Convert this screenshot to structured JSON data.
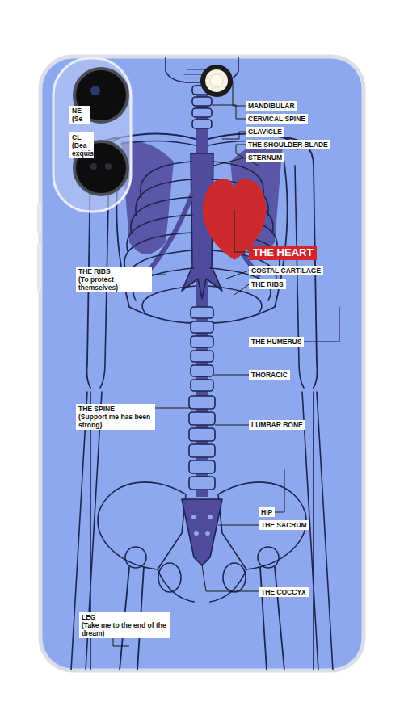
{
  "diagram": {
    "nodes": [
      {
        "text": [
          "MANDIBULAR"
        ]
      },
      {
        "text": [
          "NE",
          "(Se"
        ]
      },
      {
        "text": [
          "CERVICAL SPINE"
        ]
      },
      {
        "text": [
          "CLAVICLE"
        ]
      },
      {
        "text": [
          "CL",
          "(Bea exquis"
        ]
      },
      {
        "text": [
          "THE SHOULDER BLADE"
        ]
      },
      {
        "text": [
          "STERNUM"
        ]
      },
      {
        "text": [
          "THE HEART"
        ]
      },
      {
        "text": [
          "THE RIBS",
          "(To protect themselves)"
        ]
      },
      {
        "text": [
          "COSTAL CARTILAGE"
        ]
      },
      {
        "text": [
          "THE RIBS"
        ]
      },
      {
        "text": [
          "THE HUMERUS"
        ]
      },
      {
        "text": [
          "THORACIC"
        ]
      },
      {
        "text": [
          "THE SPINE",
          "(Support me has been strong)"
        ]
      },
      {
        "text": [
          "LUMBAR BONE"
        ]
      },
      {
        "text": [
          "HIP"
        ]
      },
      {
        "text": [
          "THE SACRUM"
        ]
      },
      {
        "text": [
          "THE COCCYX"
        ]
      },
      {
        "text": [
          "LEG",
          "(Take me to the end of the dream)"
        ]
      }
    ]
  }
}
